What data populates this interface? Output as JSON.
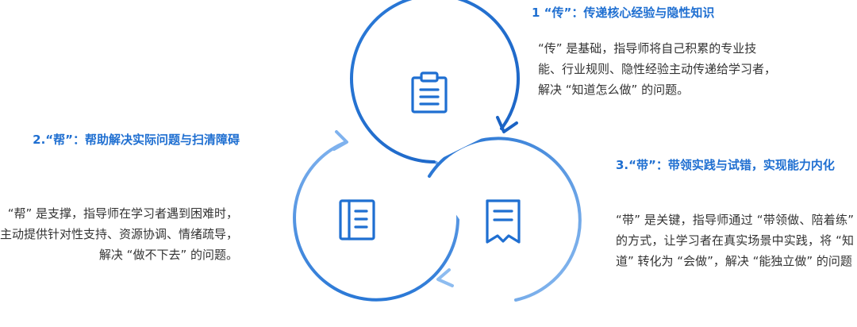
{
  "colors": {
    "accent": "#1f6fd1",
    "ring_light": "#93bff0",
    "text": "#333333"
  },
  "sections": [
    {
      "id": "chuan",
      "title": "1 “传”：传递核心经验与隐性知识",
      "body": "“传” 是基础，指导师将自己积累的专业技能、行业规则、隐性经验主动传递给学习者，解决 “知道怎么做” 的问题。",
      "icon": "clipboard-icon"
    },
    {
      "id": "bang",
      "title": "2.“帮”：帮助解决实际问题与扫清障碍",
      "body": "“帮” 是支撑，指导师在学习者遇到困难时，主动提供针对性支持、资源协调、情绪疏导，解决 “做不下去” 的问题。",
      "icon": "notebook-icon"
    },
    {
      "id": "dai",
      "title": "3.“带”：带领实践与试错，实现能力内化",
      "body": "“带” 是关键，指导师通过 “带领做、陪着练” 的方式，让学习者在真实场景中实践，将 “知道” 转化为 “会做”，解决 “能独立做” 的问题",
      "icon": "receipt-icon"
    }
  ]
}
